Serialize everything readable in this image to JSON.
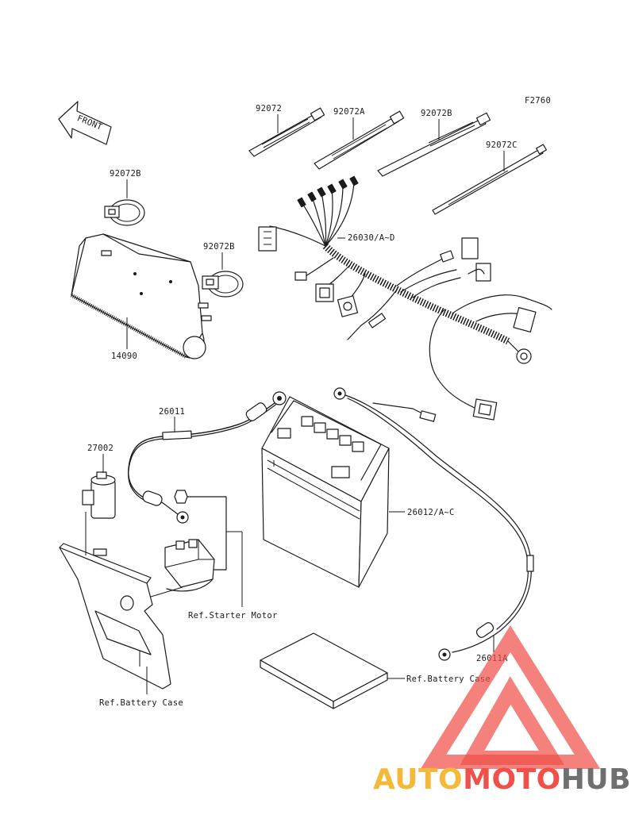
{
  "figure_code": "F2760",
  "front_label": "FRONT",
  "parts": {
    "strap_a": "92072",
    "strap_b": "92072A",
    "strap_c": "92072B",
    "strap_d": "92072C",
    "clamp_top": "92072B",
    "clamp_right": "92072B",
    "harness": "26030/A~D",
    "cover": "14090",
    "cable_pos": "26011",
    "relay": "27002",
    "battery": "26012/A~C",
    "cable_neg": "26011A"
  },
  "references": {
    "starter_motor": "Ref.Starter Motor",
    "battery_case_left": "Ref.Battery Case",
    "battery_case_right": "Ref.Battery Case"
  },
  "watermark": {
    "part1": "AUTO",
    "part2": "MOTO",
    "part3": "HUB",
    "colors": {
      "auto": "#f5b93a",
      "moto": "#f0504a",
      "hub": "#6f6f6f"
    }
  }
}
